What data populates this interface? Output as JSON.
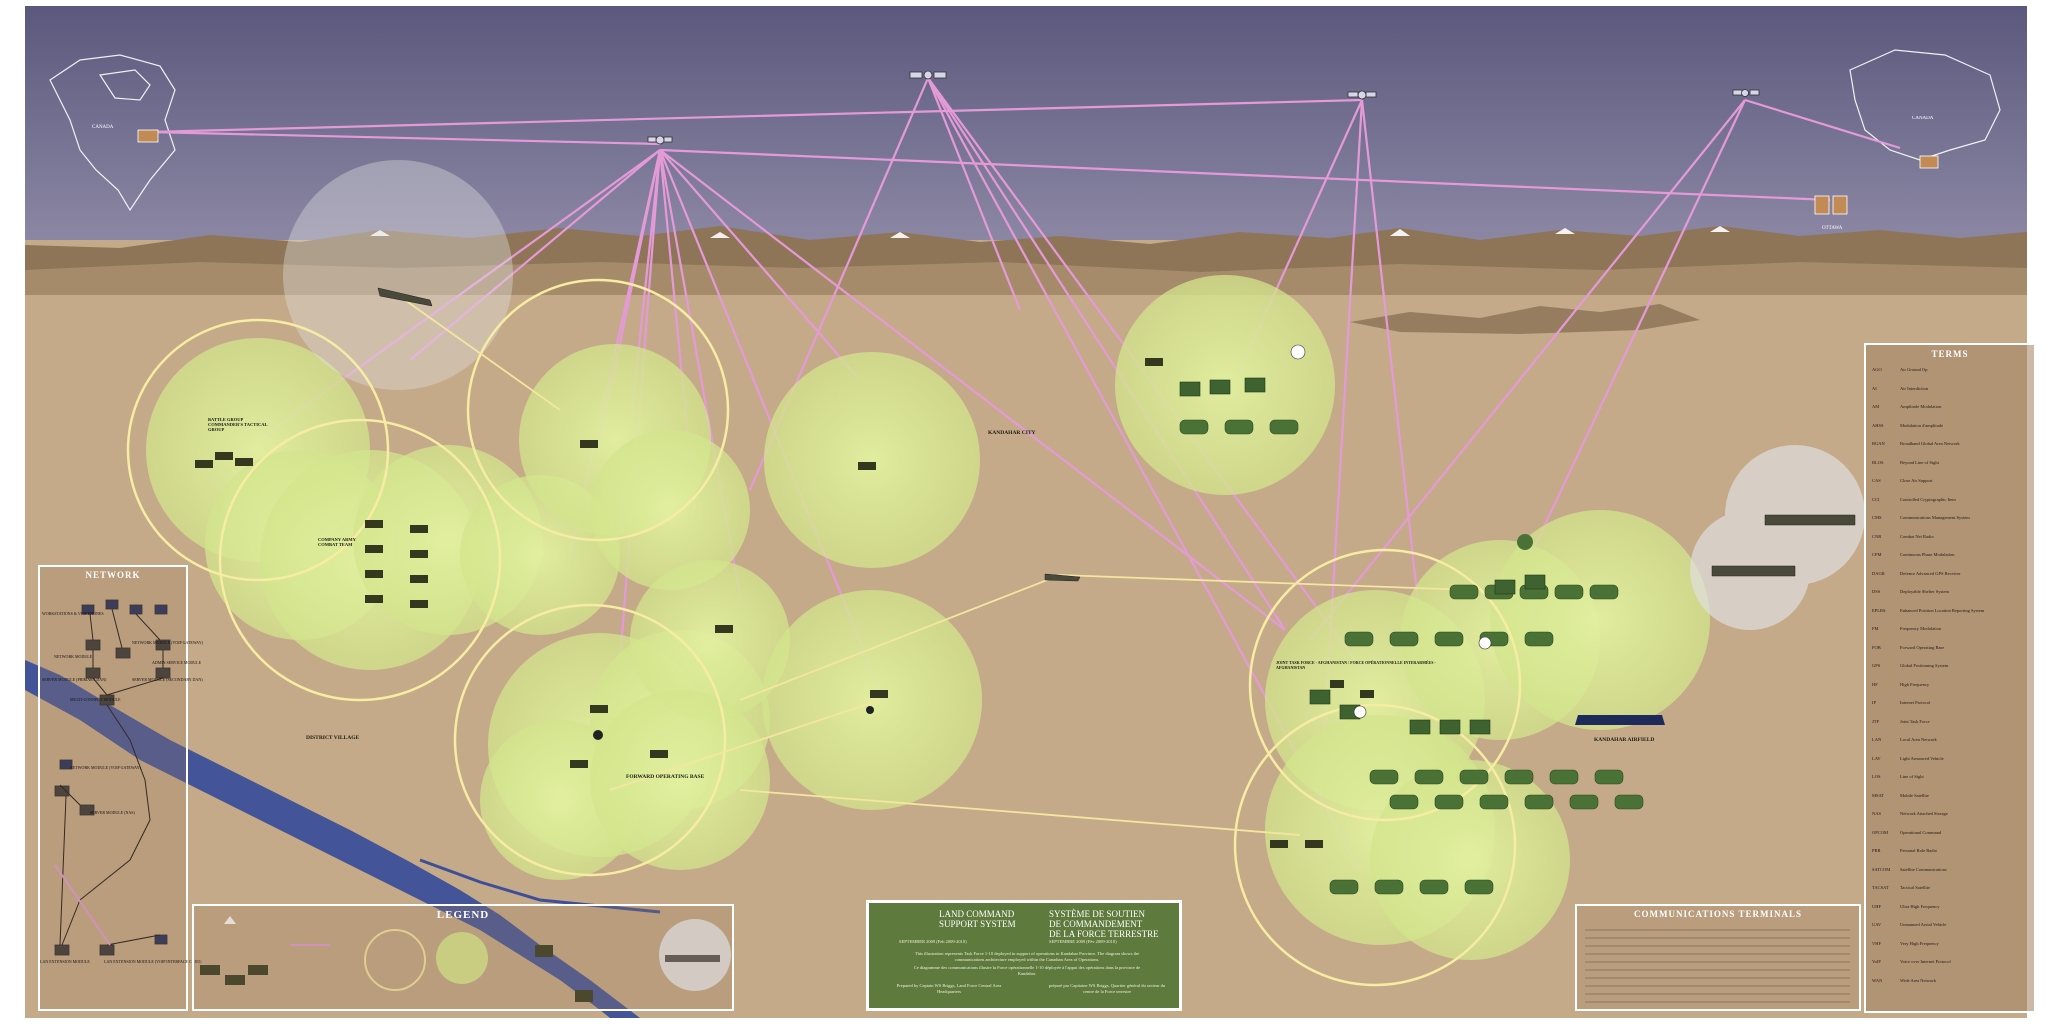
{
  "poster": {
    "colors": {
      "sky_top": "#5f5c80",
      "sky_bottom": "#8a86a8",
      "desert": "#c4aa88",
      "mountain": "#8e7558",
      "coverage": "#d8ea8e",
      "satellite_link": "#e59ad8",
      "radio_link": "#f3e6a0",
      "river": "#3d4f9a",
      "title_green": "#5e7a3c"
    }
  },
  "map_labels": {
    "canada_left": "CANADA",
    "canada_right": "CANADA",
    "ottawa": "OTTAWA",
    "kandahar_city": "KANDAHAR CITY",
    "district_village": "DISTRICT VILLAGE",
    "forward_operating_base": "FORWARD OPERATING BASE",
    "kandahar_airfield": "KANDAHAR AIRFIELD",
    "battle_group_cmd": "BATTLE GROUP COMMANDER'S TACTICAL GROUP",
    "company_group": "COMPANY ARMY COMBAT TEAM",
    "joint_task_force": "JOINT TASK FORCE - AFGHANISTAN / FORCE OPÉRATIONNELLE INTERARMÉES - AFGHANISTAN"
  },
  "legend": {
    "title": "LEGEND"
  },
  "network_panel": {
    "title": "NETWORK",
    "labels": [
      "WORKSTATIONS & VOIP PHONES",
      "NETWORK MODULE",
      "NETWORK MODULE (VOIP GATEWAY)",
      "ADMIN SERVICE MODULE",
      "SERVER MODULE (PRIMARY DAN)",
      "SERVER MODULE (SECONDARY DAN)",
      "MULTI-CONNECT MODULE",
      "NETWORK MODULE (VOIP GATEWAY)",
      "SERVER MODULE (NAS)",
      "LAN EXTENSION MODULE",
      "LAN EXTENSION MODULE (VOIP INTERFACE CARD)"
    ]
  },
  "comm_terminals": {
    "title": "COMMUNICATIONS TERMINALS"
  },
  "terms": {
    "title": "TERMS",
    "items": [
      {
        "abbr": "AGO",
        "def": "Air Ground Op"
      },
      {
        "abbr": "AI",
        "def": "Air Interdiction"
      },
      {
        "abbr": "AM",
        "def": "Amplitude Modulation"
      },
      {
        "abbr": "AHSS",
        "def": "Modulation d'amplitude"
      },
      {
        "abbr": "BGAN",
        "def": "Broadband Global Area Network"
      },
      {
        "abbr": "BLOS",
        "def": "Beyond Line of Sight"
      },
      {
        "abbr": "CAS",
        "def": "Close Air Support"
      },
      {
        "abbr": "CCI",
        "def": "Controlled Cryptographic Item"
      },
      {
        "abbr": "CMS",
        "def": "Communications Management System"
      },
      {
        "abbr": "CNR",
        "def": "Combat Net Radio"
      },
      {
        "abbr": "CPM",
        "def": "Continuous Phase Modulation"
      },
      {
        "abbr": "DAGR",
        "def": "Defence Advanced GPS Receiver"
      },
      {
        "abbr": "DSS",
        "def": "Deployable Shelter System"
      },
      {
        "abbr": "EPLRS",
        "def": "Enhanced Position Location Reporting System"
      },
      {
        "abbr": "FM",
        "def": "Frequency Modulation"
      },
      {
        "abbr": "FOB",
        "def": "Forward Operating Base"
      },
      {
        "abbr": "GPS",
        "def": "Global Positioning System"
      },
      {
        "abbr": "HF",
        "def": "High Frequency"
      },
      {
        "abbr": "IP",
        "def": "Internet Protocol"
      },
      {
        "abbr": "JTF",
        "def": "Joint Task Force"
      },
      {
        "abbr": "LAN",
        "def": "Local Area Network"
      },
      {
        "abbr": "LAV",
        "def": "Light Armoured Vehicle"
      },
      {
        "abbr": "LOS",
        "def": "Line of Sight"
      },
      {
        "abbr": "MSAT",
        "def": "Mobile Satellite"
      },
      {
        "abbr": "NAS",
        "def": "Network Attached Storage"
      },
      {
        "abbr": "OPCOM",
        "def": "Operational Command"
      },
      {
        "abbr": "PRR",
        "def": "Personal Role Radio"
      },
      {
        "abbr": "SATCOM",
        "def": "Satellite Communications"
      },
      {
        "abbr": "TACSAT",
        "def": "Tactical Satellite"
      },
      {
        "abbr": "UHF",
        "def": "Ultra High Frequency"
      },
      {
        "abbr": "UAV",
        "def": "Unmanned Aerial Vehicle"
      },
      {
        "abbr": "VHF",
        "def": "Very High Frequency"
      },
      {
        "abbr": "VoIP",
        "def": "Voice over Internet Protocol"
      },
      {
        "abbr": "WAN",
        "def": "Wide Area Network"
      }
    ]
  },
  "title_block": {
    "en_line1": "LAND COMMAND",
    "en_line2": "SUPPORT SYSTEM",
    "fr_line1": "SYSTÈME DE SOUTIEN",
    "fr_line2": "DE COMMANDEMENT",
    "fr_line3": "DE LA FORCE TERRESTRE",
    "en_date": "SEPTEMBER 2009 (Feb 2009-2010)",
    "fr_date": "SEPTEMBRE 2009 (Fév 2009-2010)",
    "desc_en": "This illustration represents Task Force 1-10 deployed in support of operations in Kandahar Province. The diagram shows the communications architecture employed within the Canadian Area of Operations.",
    "desc_fr": "Ce diagramme des communications illustre la Force opérationnelle 1-10 déployée à l'appui des opérations dans la province de Kandahar.",
    "prepared_en": "Prepared by Captain WS Briggs, Land Force Central Area Headquarters",
    "prepared_fr": "préparé par Capitaine WS Briggs, Quartier général du secteur du centre de la Force terrestre"
  }
}
